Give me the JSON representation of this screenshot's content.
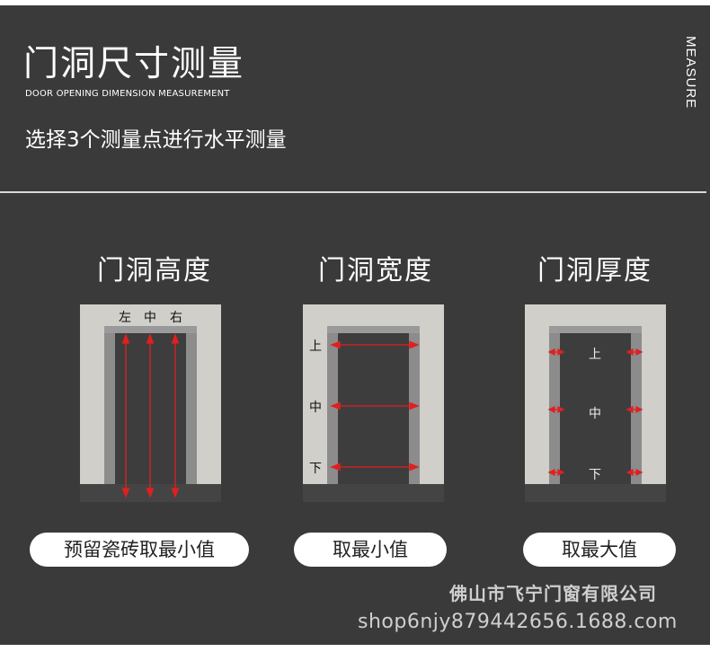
{
  "header": {
    "title": "门洞尺寸测量",
    "subtitle_en": "DOOR OPENING DIMENSION MEASUREMENT",
    "subtitle_zh": "选择3个测量点进行水平测量",
    "side_label": "MEASURE"
  },
  "panels": [
    {
      "title": "门洞高度",
      "labels": [
        "左",
        "中",
        "右"
      ],
      "note": "预留瓷砖取最小值"
    },
    {
      "title": "门洞宽度",
      "labels": [
        "上",
        "中",
        "下"
      ],
      "note": "取最小值"
    },
    {
      "title": "门洞厚度",
      "labels": [
        "上",
        "中",
        "下"
      ],
      "note": "取最大值"
    }
  ],
  "colors": {
    "background": "#3a3a3a",
    "wall": "#d1cfca",
    "arrow": "#e02020"
  },
  "footer": {
    "company": "佛山市飞宁门窗有限公司",
    "shop_url": "shop6njy879442656.1688.com"
  }
}
